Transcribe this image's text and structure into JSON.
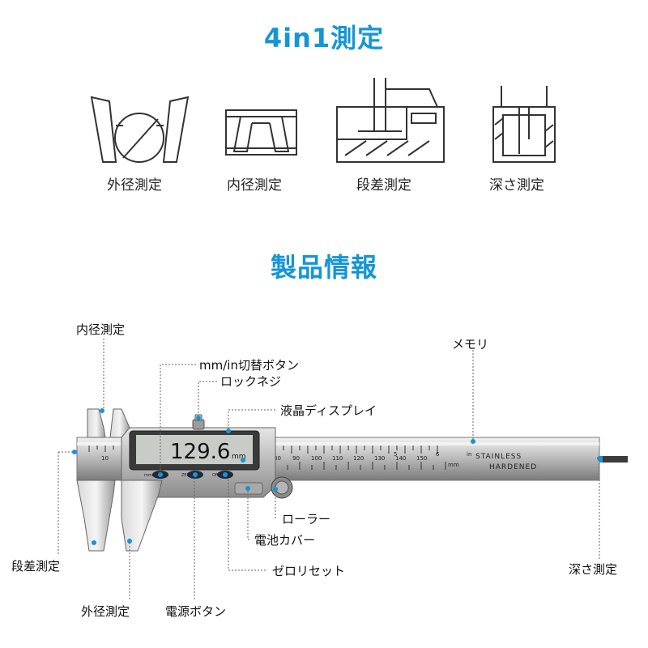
{
  "sections": {
    "measure_title": "4in1測定",
    "product_title": "製品情報"
  },
  "measure_types": [
    {
      "label": "外径測定",
      "icon": "outer-diameter-icon"
    },
    {
      "label": "内径測定",
      "icon": "inner-diameter-icon"
    },
    {
      "label": "段差測定",
      "icon": "step-measurement-icon"
    },
    {
      "label": "深さ測定",
      "icon": "depth-measurement-icon"
    }
  ],
  "callouts": {
    "inner_jaws": "内径測定",
    "unit_button": "mm/in切替ボタン",
    "lock_screw": "ロックネジ",
    "lcd": "液晶ディスプレイ",
    "scale": "メモリ",
    "roller": "ローラー",
    "battery_cover": "電池カバー",
    "zero_reset": "ゼロリセット",
    "step": "段差測定",
    "outer_jaws": "外径測定",
    "power_button": "電源ボタン",
    "depth": "深さ測定"
  },
  "caliper": {
    "display_reading": "129.6",
    "display_unit": "mm",
    "brand_text": [
      "STAINLESS",
      "HARDENED"
    ],
    "scale_unit_in": "in",
    "scale_unit_mm": "mm",
    "mm_scale_labels": [
      "10",
      "80",
      "90",
      "100",
      "110",
      "120",
      "130",
      "140",
      "150"
    ],
    "inch_scale_labels": [
      "5",
      "6"
    ],
    "button_labels": [
      "mm/inch",
      "ZERO",
      "OFF/ON"
    ]
  },
  "colors": {
    "accent": "#1496d6",
    "callout_line": "#555555"
  }
}
